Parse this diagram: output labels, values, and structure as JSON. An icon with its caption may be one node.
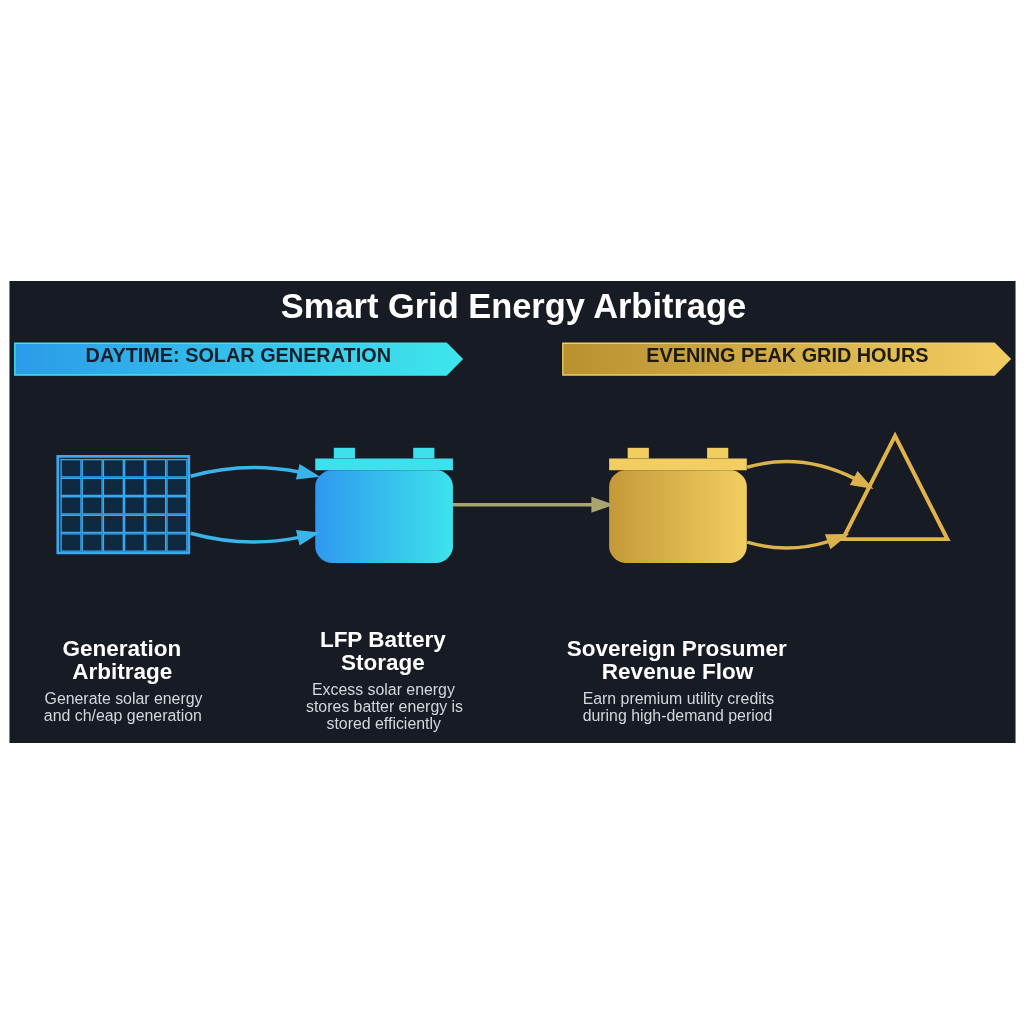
{
  "diagram": {
    "title": "Smart Grid Energy Arbitrage",
    "nodes": [
      {
        "text": [
          "DAYTIME: SOLAR GENERATION"
        ]
      },
      {
        "text": [
          "EVENING PEAK GRID HOURS"
        ]
      },
      {
        "text": [],
        "shape": "picture",
        "beside": [
          "Generation Arbitrage",
          "Generate solar energy and ch/eap generation"
        ]
      },
      {
        "text": [],
        "shape": "picture",
        "beside": [
          "LFP Battery Storage",
          "Excess solar energy stores batter energy is stored efficiently"
        ]
      },
      {
        "text": [],
        "shape": "picture",
        "beside": [
          "Sovereign Prosumer Revenue Flow",
          "Earn premium utility credits during high-demand period"
        ]
      },
      {
        "text": [],
        "shape": "picture"
      }
    ],
    "edges": [
      {
        "from": 2,
        "to": 3,
        "arrow": "to",
        "color": "#3ab4ea"
      },
      {
        "from": 2,
        "to": 3,
        "arrow": "to",
        "color": "#3ab4ea"
      },
      {
        "from": 3,
        "to": 4,
        "arrow": "to",
        "color": "#a9a56e"
      },
      {
        "from": 4,
        "to": 5,
        "arrow": "to",
        "color": "#dcb24c"
      },
      {
        "from": 4,
        "to": 5,
        "arrow": "to",
        "color": "#dcb24c"
      }
    ]
  }
}
